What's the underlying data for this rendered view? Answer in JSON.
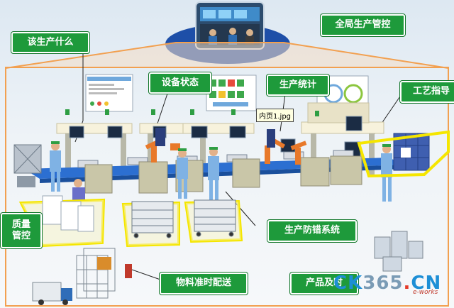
{
  "labels": {
    "global_control": "全局生产管控",
    "what_to_produce": "该生产什么",
    "equipment_status": "设备状态",
    "production_stats": "生产统计",
    "process_guidance": "工艺指导",
    "quality_control_line1": "质量",
    "quality_control_line2": "管控",
    "error_proofing": "生产防错系统",
    "material_delivery": "物料准时配送",
    "product_delivery": "产品及时"
  },
  "tooltip": "内页1.jpg",
  "watermark": {
    "part1": "CK",
    "part2": "365",
    "part3": ".",
    "part4": "CN",
    "tagline": "e-works"
  },
  "colors": {
    "label_green": "#1e9a3b",
    "zone_yellow": "#f5e600",
    "frame_orange": "#f2a050",
    "conveyor_blue": "#2c6fd1"
  }
}
